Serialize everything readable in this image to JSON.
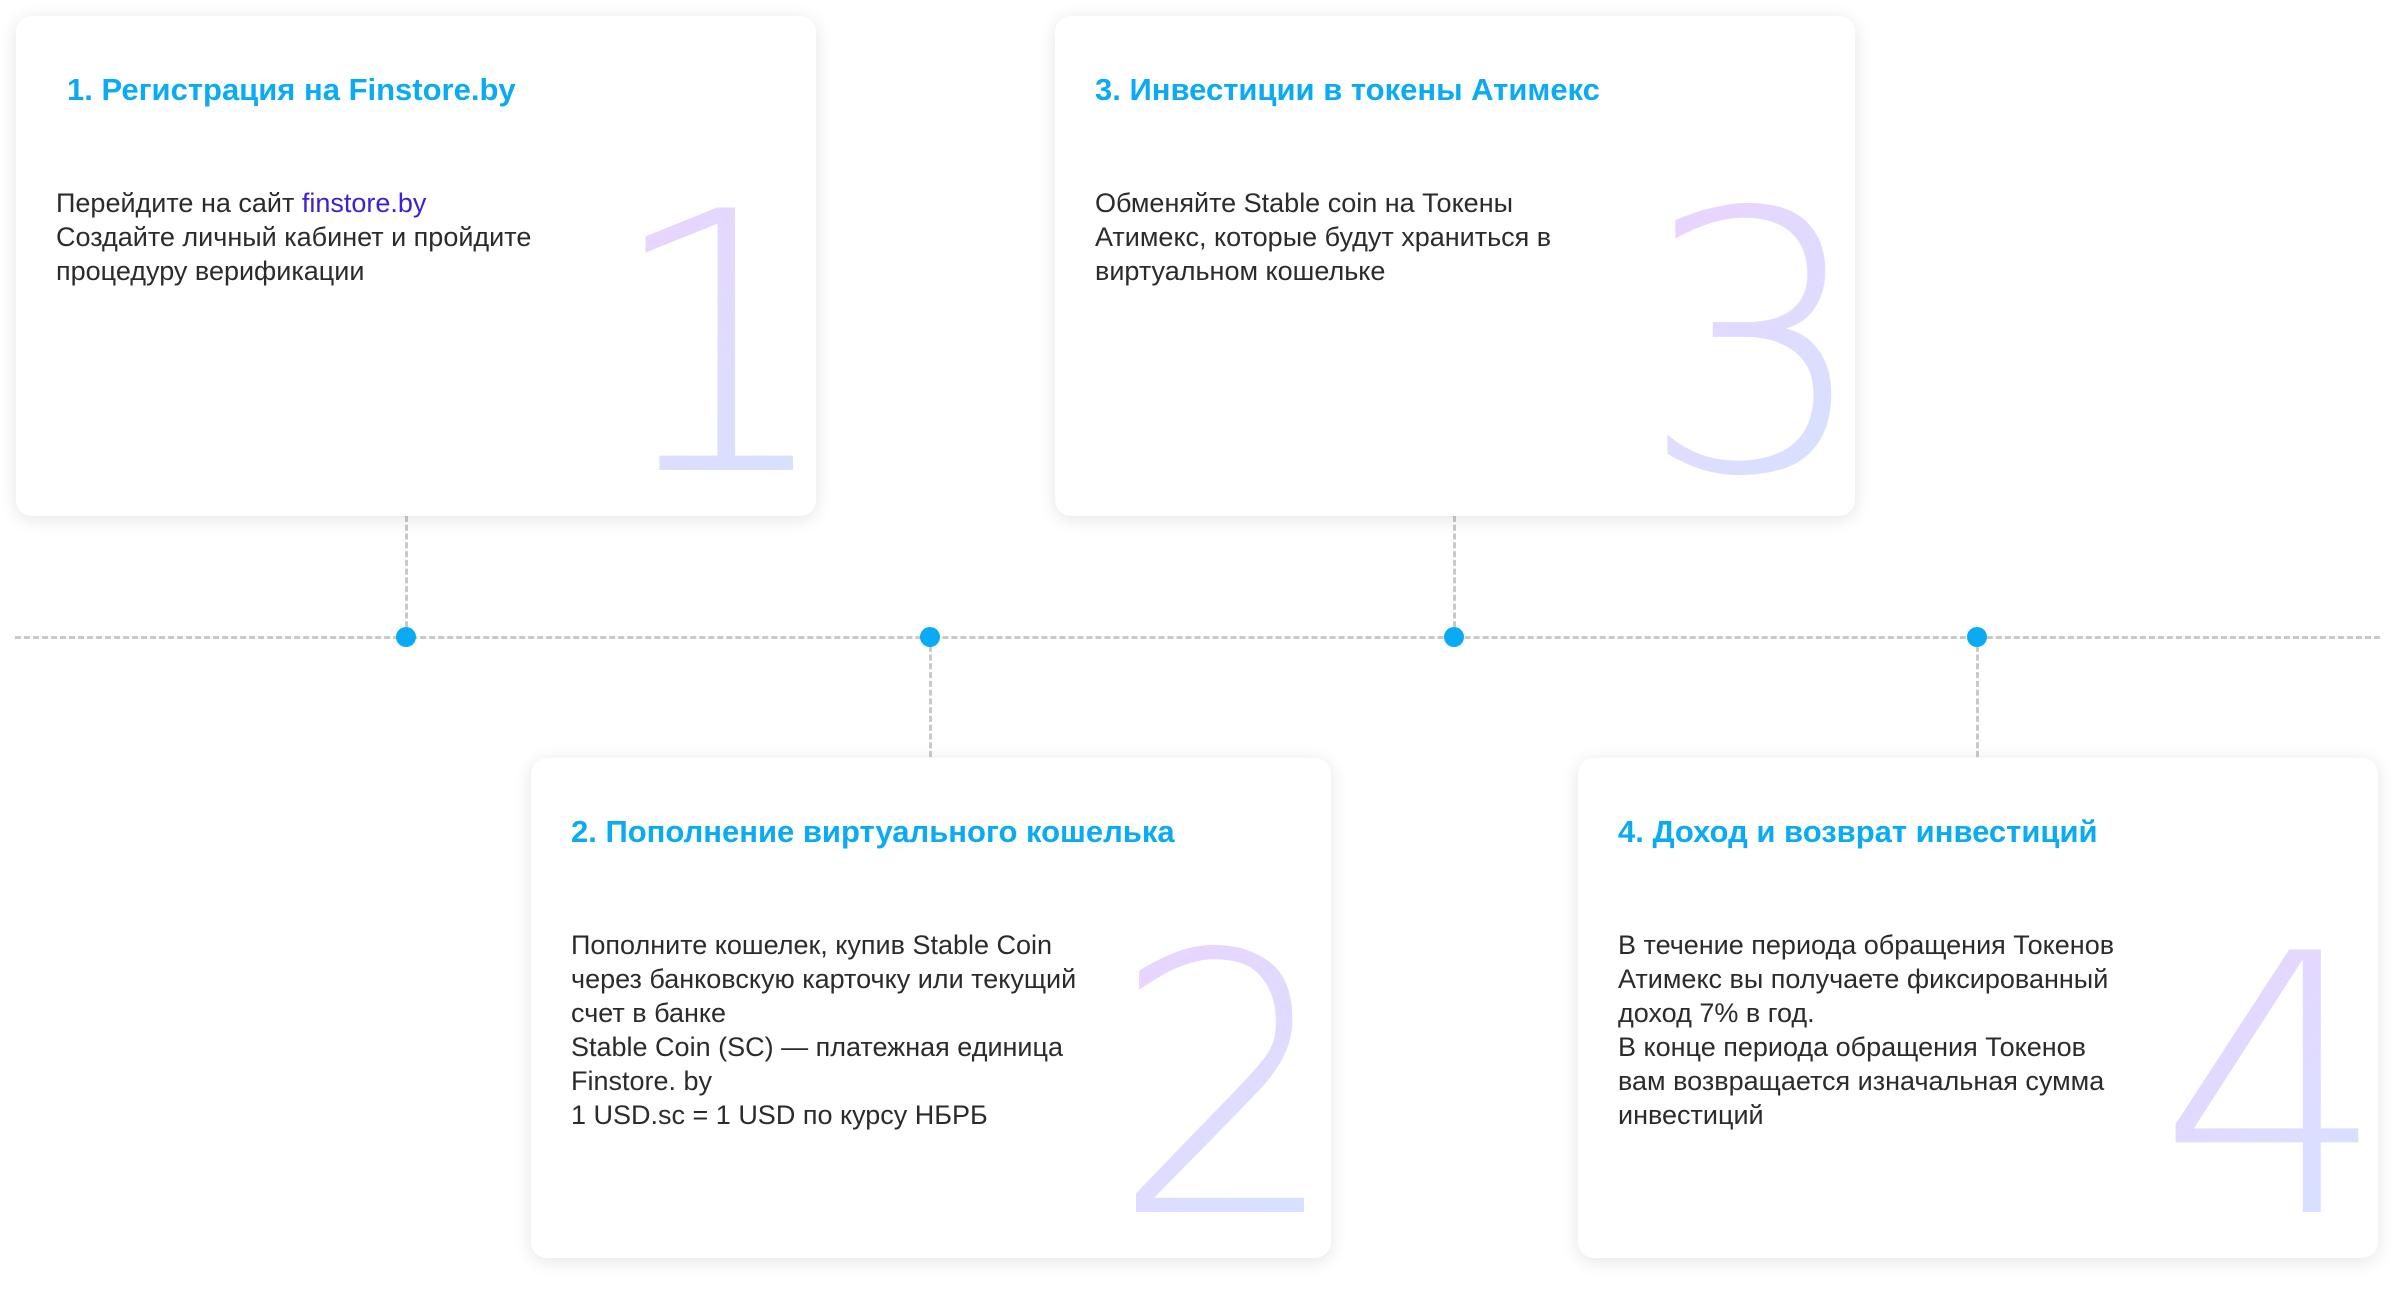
{
  "steps": [
    {
      "number": "1",
      "title": "1. Регистрация на Finstore.by",
      "body_prefix": "Перейдите на сайт ",
      "body_link": "finstore.by",
      "body_lines": [
        "Создайте личный кабинет и пройдите",
        "процедуру верификации"
      ]
    },
    {
      "number": "2",
      "title": "2. Пополнение виртуального кошелька",
      "body_lines": [
        "Пополните кошелек, купив Stable Coin",
        "через банковскую карточку или текущий",
        "счет в банке",
        "Stable Coin (SC) — платежная единица",
        "Finstore. by",
        "1 USD.sc = 1 USD по курсу НБРБ"
      ]
    },
    {
      "number": "3",
      "title": "3. Инвестиции в токены Атимекс",
      "body_lines": [
        "Обменяйте Stable coin на Токены",
        "Атимекс, которые будут храниться в",
        "виртуальном кошельке"
      ]
    },
    {
      "number": "4",
      "title": "4. Доход и возврат инвестиций",
      "body_lines": [
        "В течение периода обращения Токенов",
        "Атимекс вы получаете фиксированный",
        "доход 7% в год.",
        "В конце периода обращения Токенов",
        "вам возвращается изначальная сумма",
        "инвестиций"
      ]
    }
  ],
  "colors": {
    "accent": "#0aabf2",
    "link": "#3d1fd6",
    "text": "#2b2b2b",
    "dashed_line": "#c9c9c9"
  }
}
